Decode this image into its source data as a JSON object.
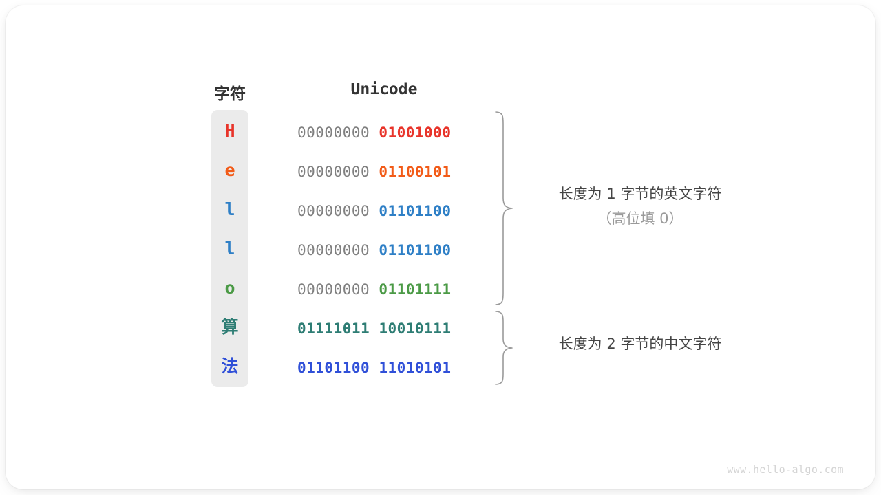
{
  "figure": {
    "title_char_column": "字符",
    "title_code_column": "Unicode",
    "watermark": "www.hello-algo.com"
  },
  "colors": {
    "char_column_bg": "#ebebeb",
    "high_byte_gray": "#808080",
    "brace_stroke": "#9a9a9a",
    "annotation_main": "#444444",
    "annotation_sub": "#9a9a9a",
    "watermark": "#d4d4d4",
    "header_text": "#333333"
  },
  "rows": [
    {
      "char": "H",
      "char_color": "#e8342a",
      "high_byte": "00000000",
      "low_byte": "01001000",
      "low_color": "#e8342a",
      "high_bold": false,
      "group": "ascii"
    },
    {
      "char": "e",
      "char_color": "#f25b18",
      "high_byte": "00000000",
      "low_byte": "01100101",
      "low_color": "#f25b18",
      "high_bold": false,
      "group": "ascii"
    },
    {
      "char": "l",
      "char_color": "#2e7fc6",
      "high_byte": "00000000",
      "low_byte": "01101100",
      "low_color": "#2e7fc6",
      "high_bold": false,
      "group": "ascii"
    },
    {
      "char": "l",
      "char_color": "#2e7fc6",
      "high_byte": "00000000",
      "low_byte": "01101100",
      "low_color": "#2e7fc6",
      "high_bold": false,
      "group": "ascii"
    },
    {
      "char": "o",
      "char_color": "#4b9a46",
      "high_byte": "00000000",
      "low_byte": "01101111",
      "low_color": "#4b9a46",
      "high_bold": false,
      "group": "ascii"
    },
    {
      "char": "算",
      "char_color": "#2e7d74",
      "high_byte": "01111011",
      "low_byte": "10010111",
      "low_color": "#2e7d74",
      "high_bold": true,
      "group": "cjk"
    },
    {
      "char": "法",
      "char_color": "#3050d8",
      "high_byte": "01101100",
      "low_byte": "11010101",
      "low_color": "#3050d8",
      "high_bold": true,
      "group": "cjk"
    }
  ],
  "annotations": [
    {
      "line1": "长度为 1 字节的英文字符",
      "line2": "（高位填 0）"
    },
    {
      "line1": "长度为 2 字节的中文字符",
      "line2": ""
    }
  ]
}
